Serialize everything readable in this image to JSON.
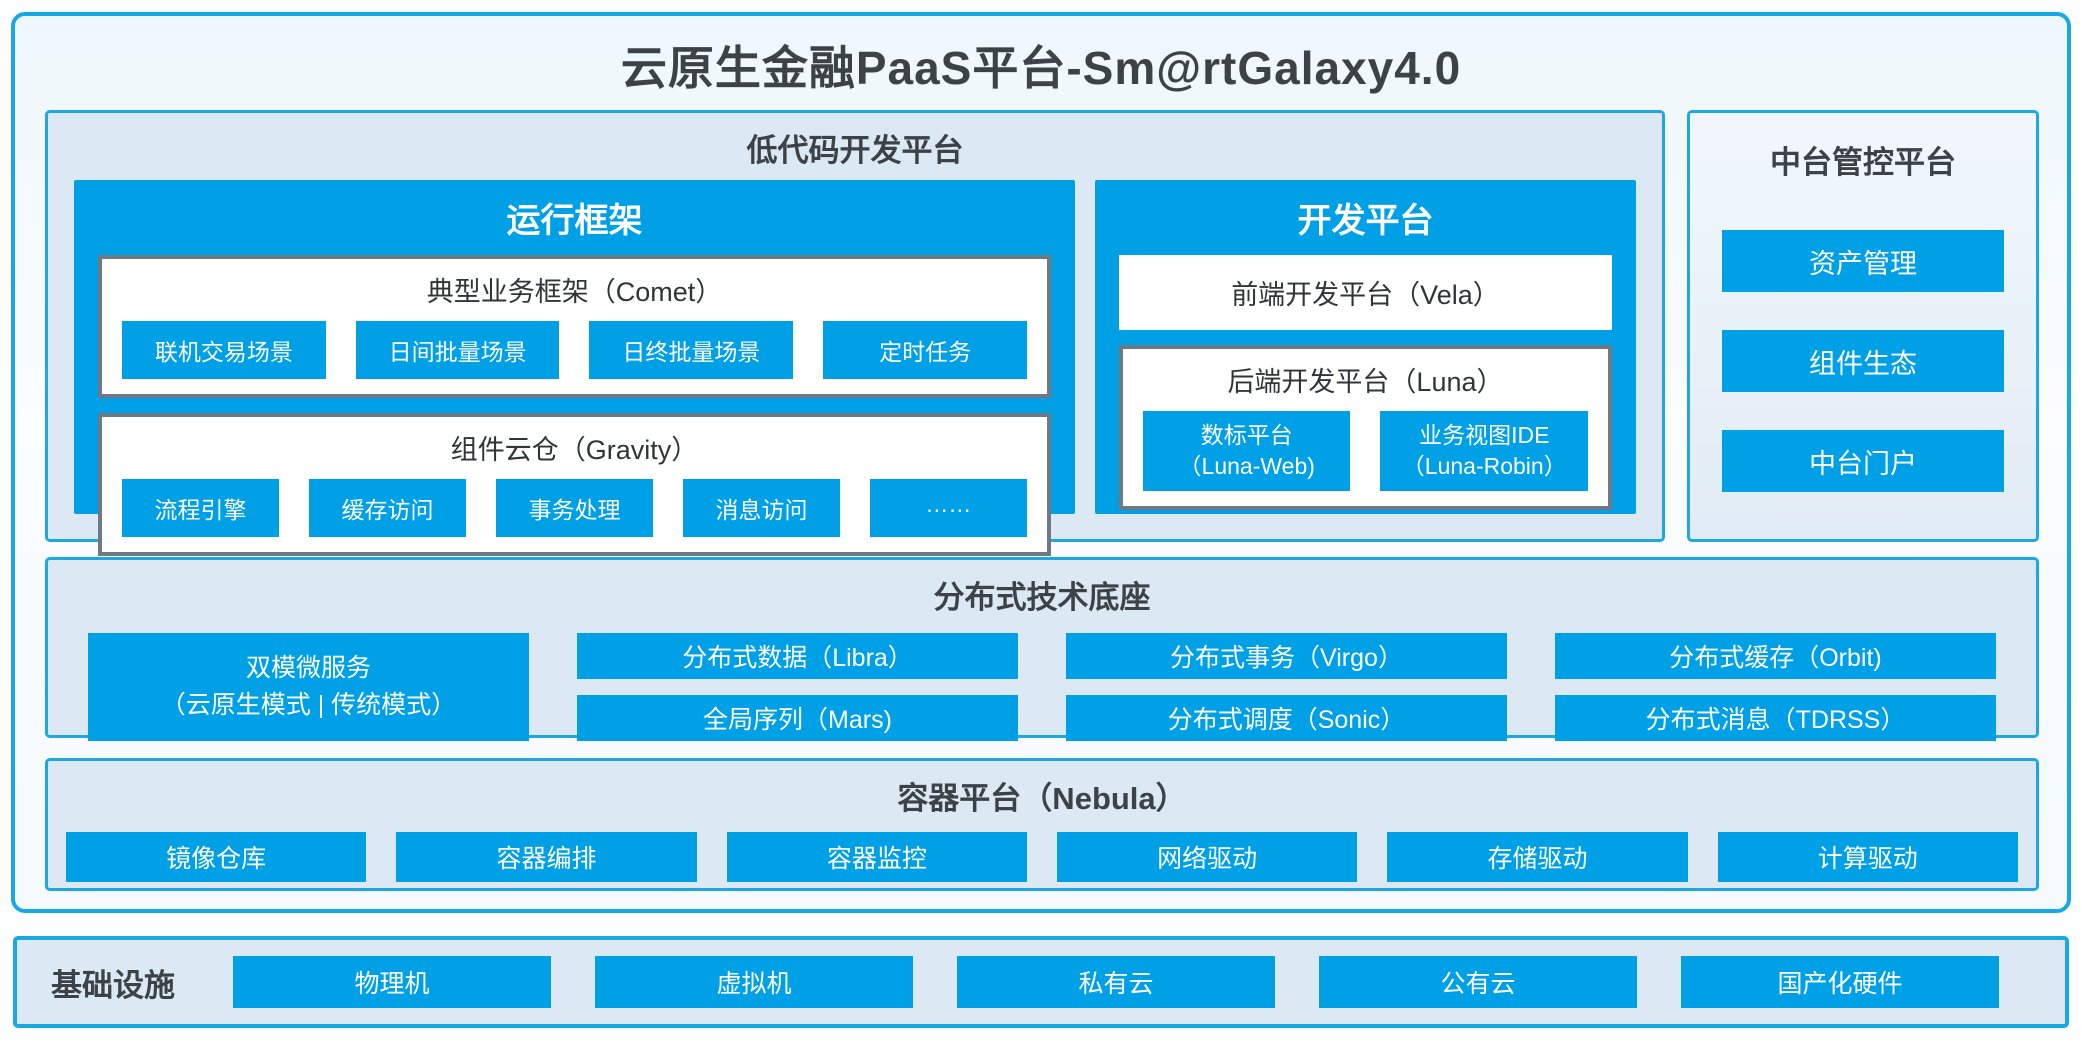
{
  "title": "云原生金融PaaS平台-Sm@rtGalaxy4.0",
  "colors": {
    "brand_blue": "#00a0e6",
    "border_cyan": "#18a8e5",
    "band_background": "#dce8f4",
    "gray_border": "#6d7a86",
    "dark_text": "#3d4247"
  },
  "lowcode": {
    "title": "低代码开发平台",
    "runtime": {
      "title": "运行框架",
      "comet": {
        "title": "典型业务框架（Comet）",
        "chips": [
          "联机交易场景",
          "日间批量场景",
          "日终批量场景",
          "定时任务"
        ]
      },
      "gravity": {
        "title": "组件云仓（Gravity）",
        "chips": [
          "流程引擎",
          "缓存访问",
          "事务处理",
          "消息访问",
          "……"
        ]
      }
    },
    "dev": {
      "title": "开发平台",
      "vela": "前端开发平台（Vela）",
      "luna": {
        "title": "后端开发平台（Luna）",
        "chips": [
          {
            "line1": "数标平台",
            "line2": "（Luna-Web)"
          },
          {
            "line1": "业务视图IDE",
            "line2": "（Luna-Robin）"
          }
        ]
      }
    }
  },
  "midplatform": {
    "title": "中台管控平台",
    "items": [
      "资产管理",
      "组件生态",
      "中台门户"
    ]
  },
  "distributed": {
    "title": "分布式技术底座",
    "dual": {
      "line1": "双模微服务",
      "line2": "（云原生模式 | 传统模式）"
    },
    "columns": [
      [
        "分布式数据（Libra）",
        "全局序列（Mars)"
      ],
      [
        "分布式事务（Virgo）",
        "分布式调度（Sonic）"
      ],
      [
        "分布式缓存（Orbit)",
        "分布式消息（TDRSS）"
      ]
    ]
  },
  "container": {
    "title": "容器平台（Nebula）",
    "chips": [
      "镜像仓库",
      "容器编排",
      "容器监控",
      "网络驱动",
      "存储驱动",
      "计算驱动"
    ]
  },
  "infrastructure": {
    "label": "基础设施",
    "chips": [
      "物理机",
      "虚拟机",
      "私有云",
      "公有云",
      "国产化硬件"
    ]
  }
}
